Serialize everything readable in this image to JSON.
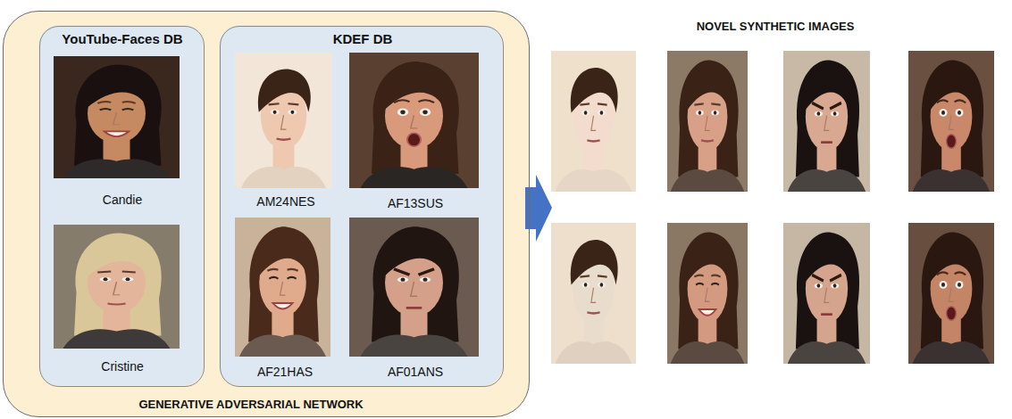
{
  "diagram": {
    "nodes": [
      {
        "text": [
          "GENERATIVE ADVERSARIAL NETWORK"
        ]
      },
      {
        "text": [
          "YouTube-Faces DB",
          "Candie",
          "Cristine"
        ],
        "in": 0
      },
      {
        "text": [
          "KDEF DB",
          "AM24NES",
          "AF13SUS",
          "AF21HAS",
          "AF01ANS"
        ],
        "in": 0
      }
    ],
    "labels": [
      "NOVEL SYNTHETIC IMAGES"
    ]
  }
}
